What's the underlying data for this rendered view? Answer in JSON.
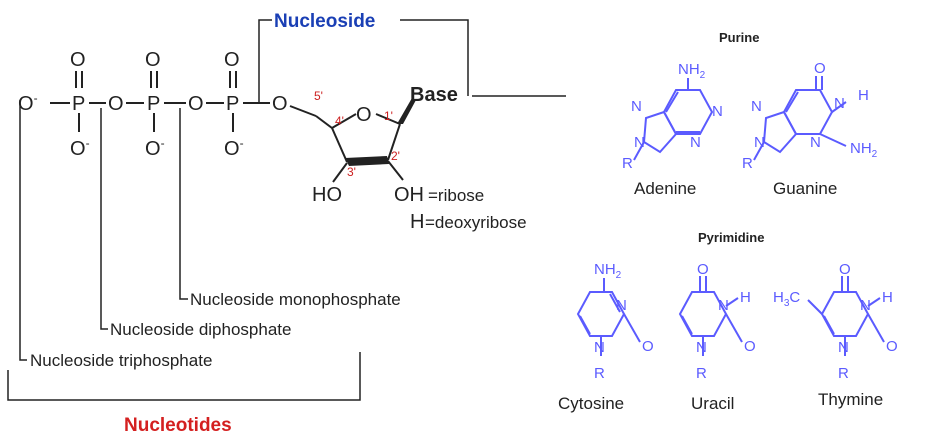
{
  "nucleoside_label": "Nucleoside",
  "nucleotides_label": "Nucleotides",
  "base_label": "Base",
  "ribose_note": "=ribose",
  "deoxyribose_note": "=deoxyribose",
  "oh_label": "OH",
  "ho_label": "HO",
  "h_label": "H",
  "monophosphate_label": "Nucleoside monophosphate",
  "diphosphate_label": "Nucleoside diphosphate",
  "triphosphate_label": "Nucleoside triphosphate",
  "carbon_numbers": {
    "c5": "5'",
    "c4": "4'",
    "c1": "1'",
    "c3": "3'",
    "c2": "2'"
  },
  "purine_heading": "Purine",
  "pyrimidine_heading": "Pyrimidine",
  "bases": {
    "adenine": "Adenine",
    "guanine": "Guanine",
    "cytosine": "Cytosine",
    "uracil": "Uracil",
    "thymine": "Thymine"
  },
  "colors": {
    "nucleoside": "#1a3fb5",
    "nucleotides": "#d42020",
    "bases": "#5b5bff",
    "numbers": "#cc2020"
  }
}
